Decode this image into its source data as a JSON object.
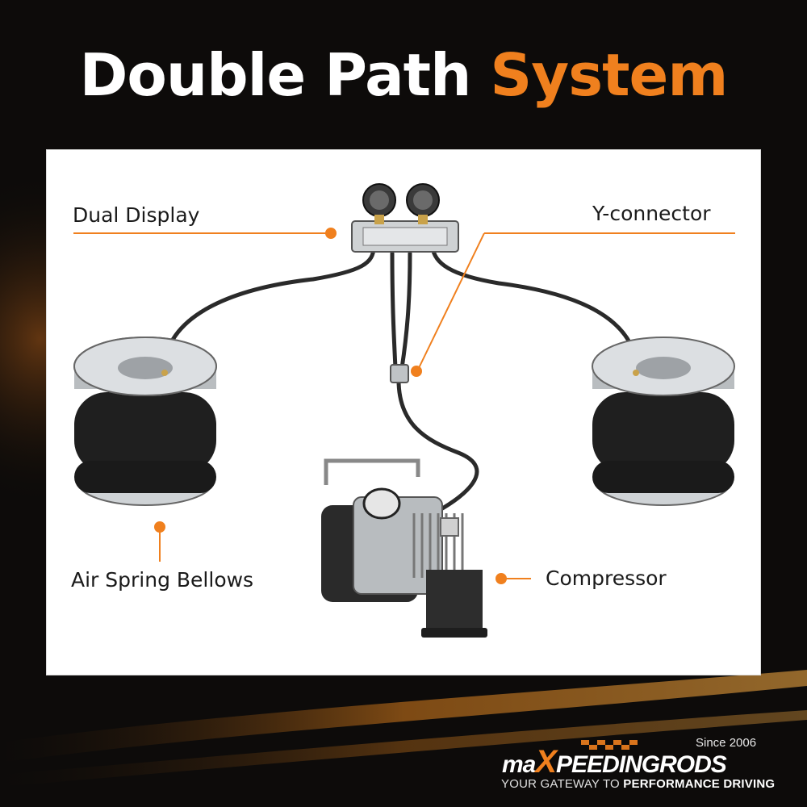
{
  "title": {
    "part1": "Double Path",
    "part2": "System"
  },
  "labels": {
    "dual_display": "Dual Display",
    "y_connector": "Y-connector",
    "air_spring": "Air Spring Bellows",
    "compressor": "Compressor"
  },
  "brand": {
    "since": "Since 2006",
    "name_prefix": "ma",
    "name_x": "X",
    "name_suffix": "PEEDINGRODS",
    "tagline_prefix": "YOUR GATEWAY TO",
    "tagline_strong": "PERFORMANCE DRIVING"
  },
  "colors": {
    "accent": "#f0801e",
    "panel": "#ffffff",
    "text": "#1a1a1a"
  }
}
